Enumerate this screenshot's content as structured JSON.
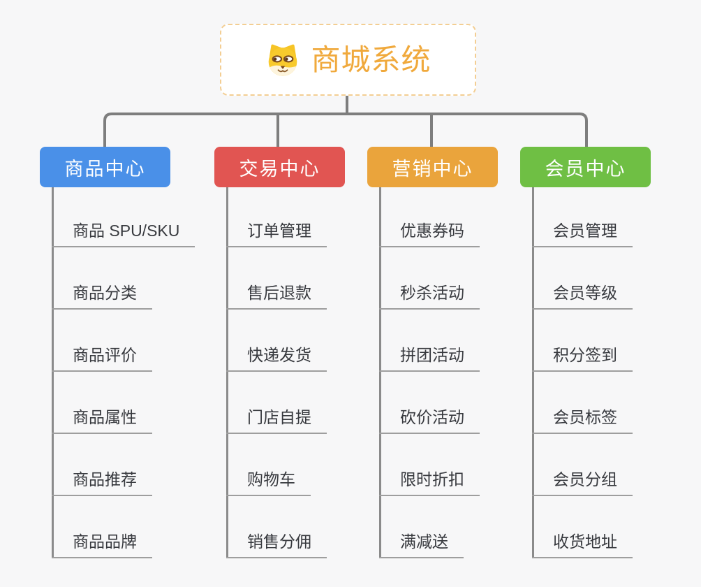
{
  "root": {
    "title": "商城系统",
    "icon": "dog-face-icon",
    "title_color": "#f0a93c",
    "border_color": "#f3ce93"
  },
  "colors": {
    "background": "#f7f7f8",
    "connector": "#7e7e7e",
    "leaf_line": "#9e9e9e",
    "leaf_text": "#37393e"
  },
  "branches": [
    {
      "label": "商品中心",
      "color": "#4a90e8",
      "children": [
        "商品 SPU/SKU",
        "商品分类",
        "商品评价",
        "商品属性",
        "商品推荐",
        "商品品牌"
      ]
    },
    {
      "label": "交易中心",
      "color": "#e15552",
      "children": [
        "订单管理",
        "售后退款",
        "快递发货",
        "门店自提",
        "购物车",
        "销售分佣"
      ]
    },
    {
      "label": "营销中心",
      "color": "#eaa43c",
      "children": [
        "优惠券码",
        "秒杀活动",
        "拼团活动",
        "砍价活动",
        "限时折扣",
        "满减送"
      ]
    },
    {
      "label": "会员中心",
      "color": "#6fbf44",
      "children": [
        "会员管理",
        "会员等级",
        "积分签到",
        "会员标签",
        "会员分组",
        "收货地址"
      ]
    }
  ]
}
